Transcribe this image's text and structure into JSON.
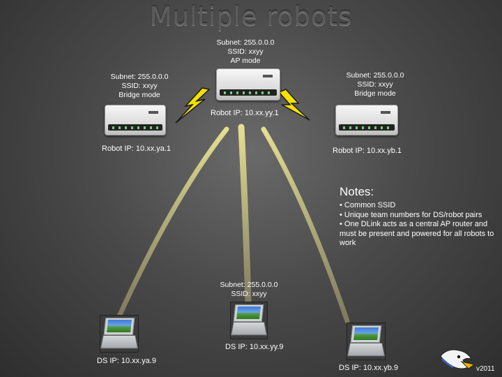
{
  "title": "Multiple robots",
  "ap": {
    "subnet": "Subnet: 255.0.0.0",
    "ssid": "SSID: xxyy",
    "mode": "AP mode",
    "robot_ip": "Robot IP: 10.xx.yy.1"
  },
  "left_bridge": {
    "subnet": "Subnet: 255.0.0.0",
    "ssid": "SSID: xxyy",
    "mode": "Bridge mode",
    "robot_ip": "Robot IP: 10.xx.ya.1"
  },
  "right_bridge": {
    "subnet": "Subnet: 255.0.0.0",
    "ssid": "SSID: xxyy",
    "mode": "Bridge mode",
    "robot_ip": "Robot IP: 10.xx.yb.1"
  },
  "notes": {
    "heading": "Notes:",
    "items": [
      "• Common SSID",
      "• Unique team numbers for DS/robot pairs",
      "• One DLink acts as a central AP router and must be present and powered for all robots to work"
    ]
  },
  "ds_center": {
    "subnet": "Subnet: 255.0.0.0",
    "ssid": "SSID: xxyy",
    "ip": "DS IP: 10.xx.yy.9"
  },
  "ds_left": {
    "ip": "DS IP: 10.xx.ya.9"
  },
  "ds_right": {
    "ip": "DS IP: 10.xx.yb.9"
  },
  "version": "v2011",
  "colors": {
    "bolt": "#f5e000",
    "bolt_outline": "#1a1a1a",
    "beam": "#e8e070",
    "background": "#4a4a4a"
  }
}
